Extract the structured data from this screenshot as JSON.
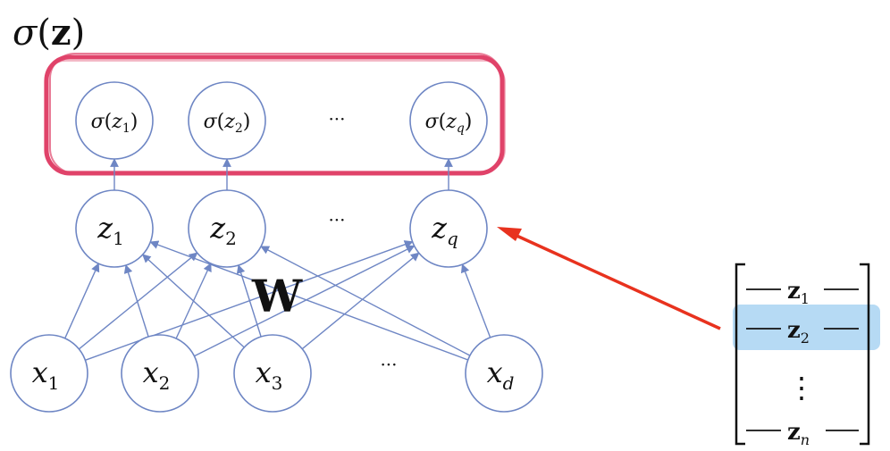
{
  "title": {
    "sym": "σ",
    "open": "(",
    "arg": "z",
    "close": ")"
  },
  "sigma_layer": [
    {
      "fn": "σ",
      "var": "z",
      "sub": "1"
    },
    {
      "fn": "σ",
      "var": "z",
      "sub": "2"
    },
    {
      "fn": "σ",
      "var": "z",
      "sub": "q"
    }
  ],
  "z_layer": [
    {
      "var": "z",
      "sub": "1"
    },
    {
      "var": "z",
      "sub": "2"
    },
    {
      "var": "z",
      "sub": "q"
    }
  ],
  "x_layer": [
    {
      "var": "x",
      "sub": "1"
    },
    {
      "var": "x",
      "sub": "2"
    },
    {
      "var": "x",
      "sub": "3"
    },
    {
      "var": "x",
      "sub": "d"
    }
  ],
  "ellipsis": "···",
  "weight_label": "W",
  "matrix": {
    "rows": [
      {
        "var": "z",
        "sub": "1"
      },
      {
        "var": "z",
        "sub": "2"
      },
      {
        "var": "z",
        "sub": "n"
      }
    ],
    "vdots": "⋮",
    "dash": "—"
  },
  "colors": {
    "node_stroke": "#6e86c4",
    "edge": "#6e86c4",
    "highlight_box": "#e0436a",
    "arrow": "#e8321e",
    "row_highlight": "#a9d4f2"
  }
}
